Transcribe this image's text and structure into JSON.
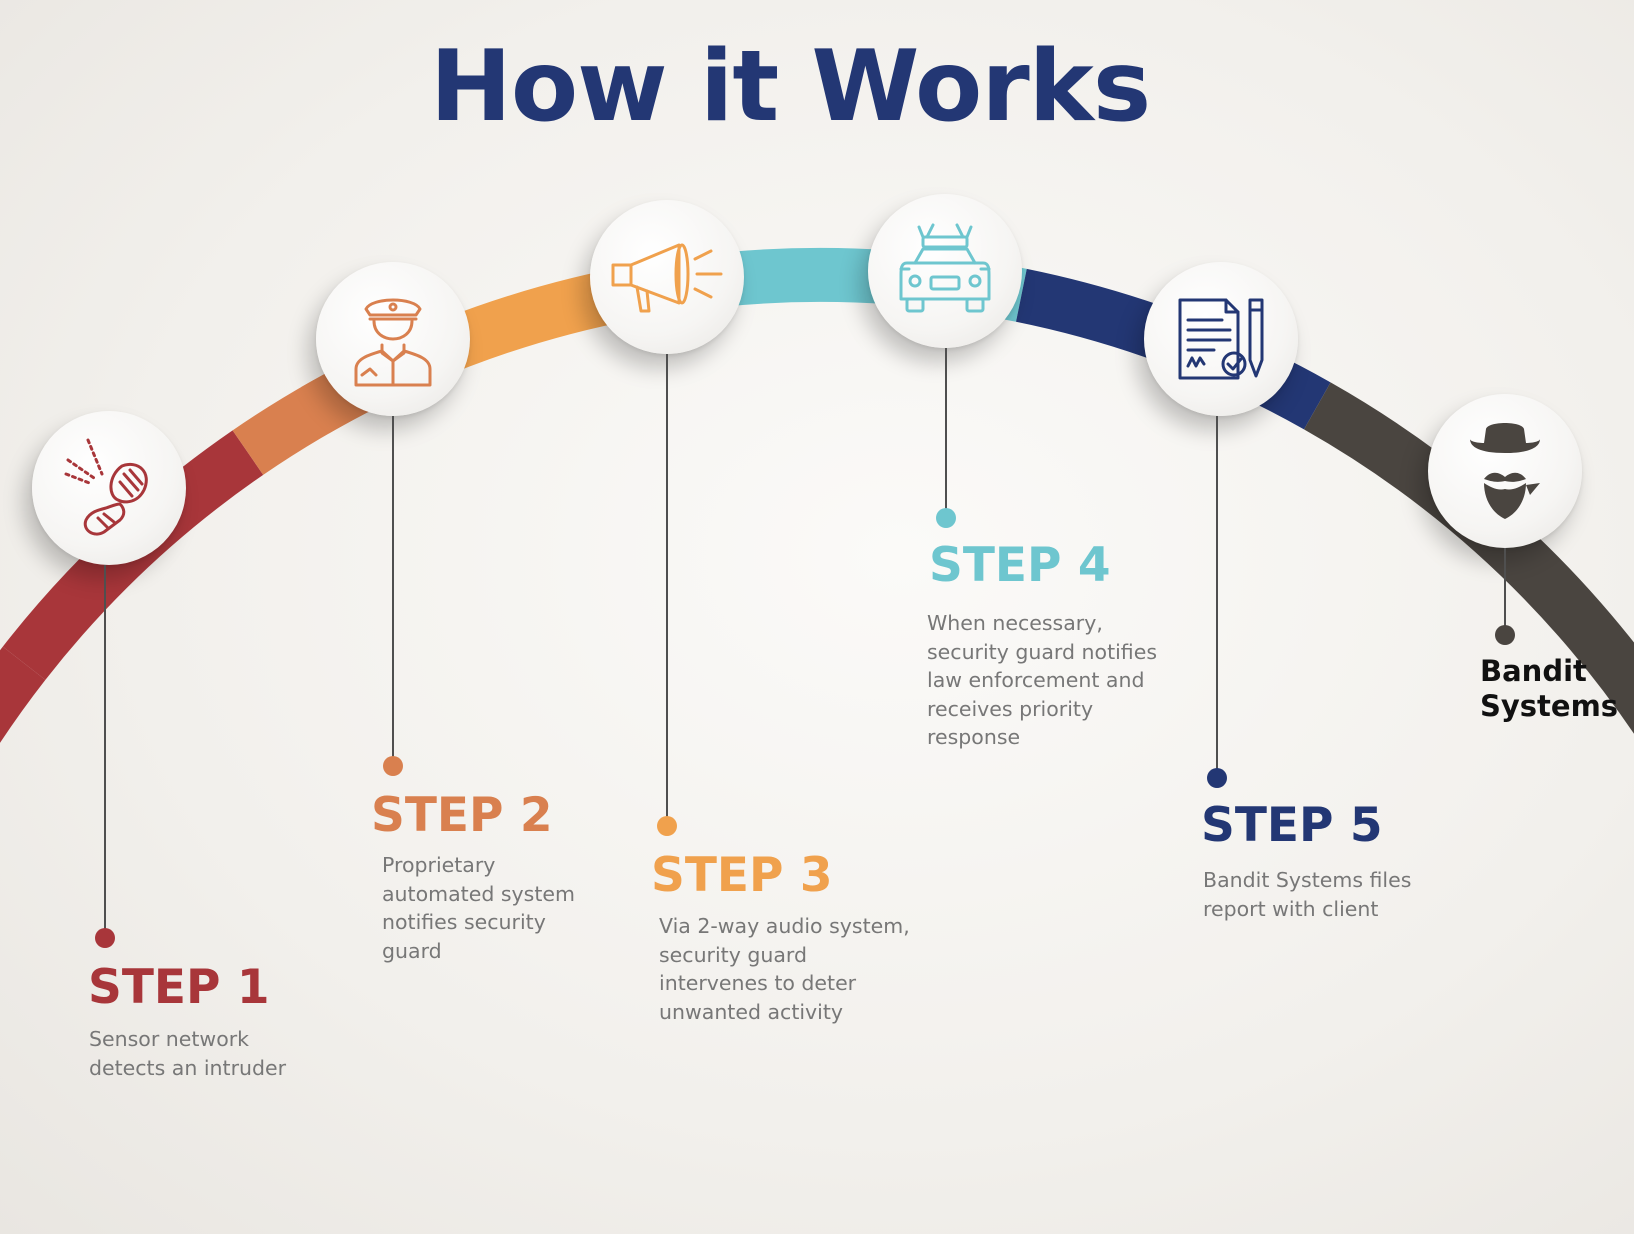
{
  "title": "How it Works",
  "colors": {
    "title": "#233774",
    "step1": "#a8363a",
    "step2": "#d9804f",
    "step3": "#f0a14d",
    "step4": "#6ec6cf",
    "step5": "#233774",
    "brand": "#4a4540"
  },
  "steps": [
    {
      "title": "STEP 1",
      "description": "Sensor network\ndetects an intruder",
      "icon": "footprint-icon"
    },
    {
      "title": "STEP 2",
      "description": "Proprietary\nautomated system\nnotifies security\nguard",
      "icon": "security-guard-icon"
    },
    {
      "title": "STEP 3",
      "description": "Via 2-way audio system,\nsecurity guard\nintervenes to deter\nunwanted activity",
      "icon": "megaphone-icon"
    },
    {
      "title": "STEP 4",
      "description": "When necessary,\nsecurity guard notifies\nlaw enforcement and\nreceives priority\nresponse",
      "icon": "police-car-icon"
    },
    {
      "title": "STEP 5",
      "description": "Bandit Systems files\nreport with client",
      "icon": "report-document-icon"
    }
  ],
  "brand": {
    "name": "Bandit\nSystems",
    "icon": "bandit-icon"
  }
}
